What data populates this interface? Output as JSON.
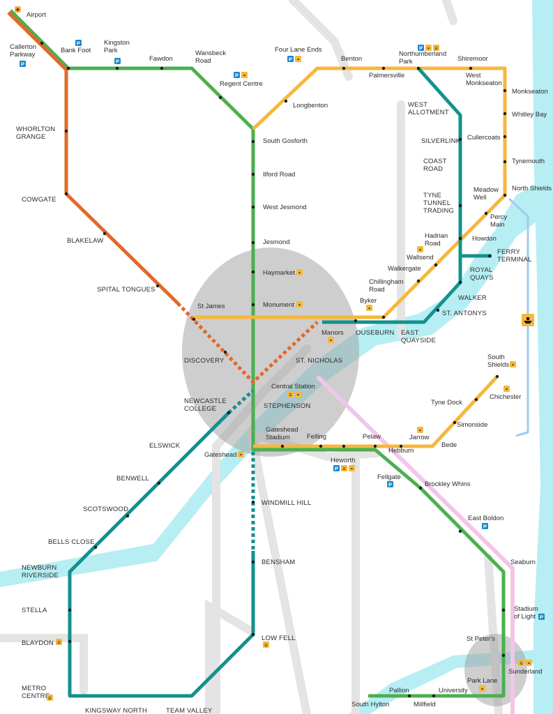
{
  "map": {
    "colors": {
      "green": "#4caf50",
      "yellow": "#f6b73c",
      "teal": "#13918f",
      "orange": "#e2692a",
      "lightblue": "#9ecbee",
      "pink": "#f2c6e6",
      "grey": "#e4e4e4",
      "river": "#b6eef3",
      "parking": "#1a88c9",
      "transport": "#f6b73c"
    },
    "icons": [
      "plane-icon",
      "parking-icon",
      "bus-icon",
      "rail-icon",
      "ferry-icon"
    ],
    "labels": {
      "airport": "Airport",
      "callerton": "Callerton\nParkway",
      "bank_foot": "Bank Foot",
      "kingston_park": "Kingston\nPark",
      "fawdon": "Fawdon",
      "wansbeck_road": "Wansbeck\nRoad",
      "regent_centre": "Regent Centre",
      "four_lane_ends": "Four Lane Ends",
      "benton": "Benton",
      "northumberland_park": "Northumberland\nPark",
      "palmersville": "Palmersville",
      "shiremoor": "Shiremoor",
      "west_monkseaton": "West\nMonkseaton",
      "monkseaton": "Monkseaton",
      "whitley_bay": "Whitley Bay",
      "cullercoats": "Cullercoats",
      "tynemouth": "Tynemouth",
      "north_shields": "North Shields",
      "meadow_well": "Meadow\nWell",
      "percy_main": "Percy\nMain",
      "howdon": "Howdon",
      "ferry_terminal": "FERRY\nTERMINAL",
      "royal_quays": "ROYAL\nQUAYS",
      "walker": "WALKER",
      "st_antonys": "ST. ANTONYS",
      "east_quayside": "EAST\nQUAYSIDE",
      "ouseburn": "OUSEBURN",
      "byker": "Byker",
      "chillingham_road": "Chillingham\nRoad",
      "walkergate": "Walkergate",
      "wallsend": "Wallsend",
      "hadrian_road": "Hadrian\nRoad",
      "west_allotment": "WEST\nALLOTMENT",
      "silverlink": "SILVERLINK",
      "coast_road": "COAST\nROAD",
      "tyne_tunnel_trading": "TYNE\nTUNNEL\nTRADING",
      "longbenton": "Longbenton",
      "south_gosforth": "South Gosforth",
      "ilford_road": "Ilford Road",
      "west_jesmond": "West Jesmond",
      "jesmond": "Jesmond",
      "haymarket": "Haymarket",
      "monument": "Monument",
      "st_james": "St James",
      "manors": "Manors",
      "st_nicholas": "ST. NICHOLAS",
      "discovery": "DISCOVERY",
      "central_station": "Central Station",
      "stephenson": "STEPHENSON",
      "newcastle_college": "NEWCASTLE\nCOLLEGE",
      "whorlton_grange": "WHORLTON\nGRANGE",
      "cowgate": "COWGATE",
      "blakelaw": "BLAKELAW",
      "spital_tongues": "SPITAL TONGUES",
      "elswick": "ELSWICK",
      "gateshead": "Gateshead",
      "gateshead_stadium": "Gateshead\nStadium",
      "felling": "Felling",
      "pelaw": "Pelaw",
      "jarrow": "Jarrow",
      "hebburn": "Hebburn",
      "bede": "Bede",
      "simonside": "Simonside",
      "tyne_dock": "Tyne Dock",
      "chichester": "Chichester",
      "south_shields": "South\nShields",
      "heworth": "Heworth",
      "fellgate": "Fellgate",
      "brockley_whins": "Brockley Whins",
      "east_boldon": "East Boldon",
      "seaburn": "Seaburn",
      "stadium_of_light": "Stadium\nof Light",
      "st_peters": "St Peter's",
      "sunderland": "Sunderland",
      "park_lane": "Park Lane",
      "university": "University",
      "millfield": "Millfield",
      "pallion": "Pallion",
      "south_hylton": "South Hylton",
      "benwell": "BENWELL",
      "scotswood": "SCOTSWOOD",
      "bells_close": "BELLS CLOSE",
      "newburn_riverside": "NEWBURN\nRIVERSIDE",
      "stella": "STELLA",
      "blaydon": "BLAYDON",
      "metro_centre": "METRO\nCENTRE",
      "kingsway_north": "KINGSWAY NORTH",
      "team_valley": "TEAM VALLEY",
      "low_fell": "LOW FELL",
      "bensham": "BENSHAM",
      "windmill_hill": "WINDMILL HILL"
    }
  }
}
